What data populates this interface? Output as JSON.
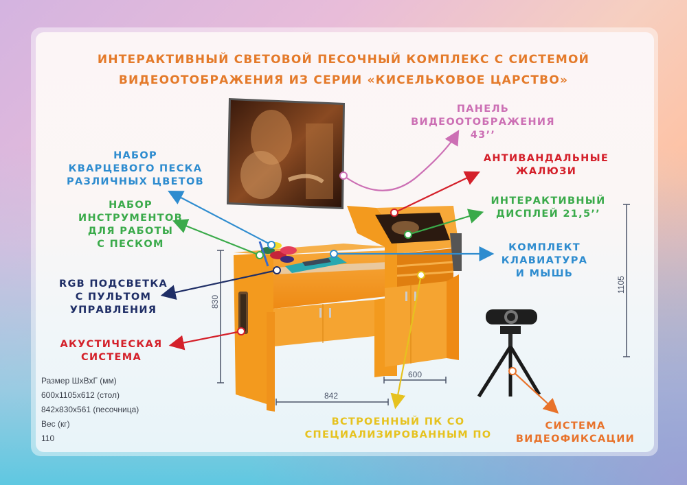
{
  "title": {
    "line1": "ИНТЕРАКТИВНЫЙ СВЕТОВОЙ ПЕСОЧНЫЙ КОМПЛЕКС С СИСТЕМОЙ",
    "line2": "ВИДЕООТОБРАЖЕНИЯ ИЗ СЕРИИ «КИСЕЛЬКОВОЕ ЦАРСТВО»"
  },
  "callouts": {
    "sand_set": {
      "lines": [
        "НАБОР",
        "КВАРЦЕВОГО ПЕСКА",
        "РАЗЛИЧНЫХ ЦВЕТОВ"
      ],
      "color": "#2e8ccf"
    },
    "tools_set": {
      "lines": [
        "НАБОР",
        "ИНСТРУМЕНТОВ",
        "ДЛЯ РАБОТЫ",
        "С ПЕСКОМ"
      ],
      "color": "#3aaa4a"
    },
    "rgb_light": {
      "lines": [
        "RGB ПОДСВЕТКА",
        "С ПУЛЬТОМ",
        "УПРАВЛЕНИЯ"
      ],
      "color": "#1f2e66"
    },
    "acoustic": {
      "lines": [
        "АКУСТИЧЕСКАЯ",
        "СИСТЕМА"
      ],
      "color": "#d4202a"
    },
    "video_panel": {
      "lines": [
        "ПАНЕЛЬ",
        "ВИДЕООТОБРАЖЕНИЯ 43’’"
      ],
      "color": "#cc6fb4"
    },
    "shutters": {
      "lines": [
        "АНТИВАНДАЛЬНЫЕ",
        "ЖАЛЮЗИ"
      ],
      "color": "#d4202a"
    },
    "display": {
      "lines": [
        "ИНТЕРАКТИВНЫЙ",
        "ДИСПЛЕЙ 21,5’’"
      ],
      "color": "#3aaa4a"
    },
    "keyboard": {
      "lines": [
        "КОМПЛЕКТ",
        "КЛАВИАТУРА",
        "И МЫШЬ"
      ],
      "color": "#2e8ccf"
    },
    "pc": {
      "lines": [
        "ВСТРОЕННЫЙ ПК СО",
        "СПЕЦИАЛИЗИРОВАННЫМ ПО"
      ],
      "color": "#e6c21f"
    },
    "camera": {
      "lines": [
        "СИСТЕМА",
        "ВИДЕОФИКСАЦИИ"
      ],
      "color": "#e8722a"
    }
  },
  "specs": {
    "size_label": "Размер ШхВхГ (мм)",
    "table_size": "600х1105х612 (стол)",
    "sandbox_size": "842х830х561 (песочница)",
    "weight_label": "Вес (кг)",
    "weight": "110"
  },
  "dimensions": {
    "height_sandbox": "830",
    "width_sandbox": "842",
    "width_table": "600",
    "height_table": "1105"
  },
  "colors": {
    "title": "#e47a2a",
    "furniture": "#f39a1e",
    "dimension_line": "#4b5468"
  }
}
